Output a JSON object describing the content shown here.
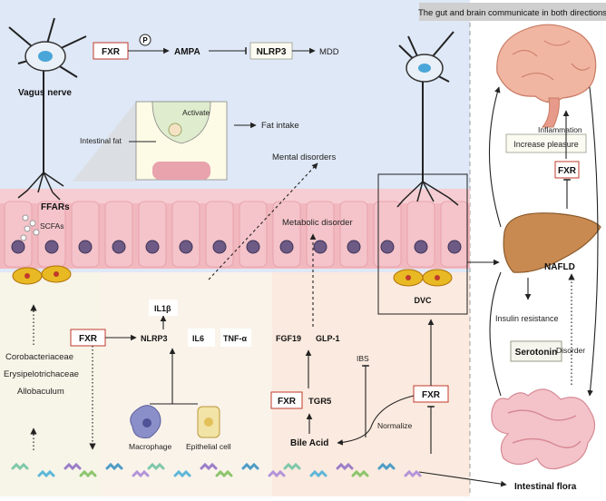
{
  "banner": "The gut and brain communicate in both directions",
  "top_chain": {
    "fxr": "FXR",
    "p": "P",
    "ampa": "AMPA",
    "nlrp3": "NLRP3",
    "mdd": "MDD"
  },
  "vagus_nerve": "Vagus nerve",
  "inset": {
    "activate": "Activate",
    "intestinal_fat": "Intestinal fat",
    "fat_intake": "Fat intake"
  },
  "ffars": "FFARs",
  "scfas": "SCFAs",
  "mental_disorders": "Mental disorders",
  "metabolic_disorder": "Metabolic disorder",
  "dvc": "DVC",
  "immune": {
    "fxr": "FXR",
    "nlrp3": "NLRP3",
    "il6": "IL6",
    "tnf": "TNF-α",
    "il1b": "IL1β",
    "macrophage": "Macrophage",
    "epithelial": "Epithelial cell"
  },
  "bacteria": [
    "Corobacteriaceae",
    "Erysipelotrichaceae",
    "Allobaculum"
  ],
  "bile": {
    "fgf19": "FGF19",
    "glp1": "GLP-1",
    "fxr": "FXR",
    "tgr5": "TGR5",
    "bile_acid": "Bile Acid",
    "ibs": "IBS",
    "fxr2": "FXR",
    "normalize": "Normalize"
  },
  "right": {
    "increase_pleasure": "Increase pleasure",
    "inflammation": "Inflammation",
    "fxr": "FXR",
    "nafld": "NAFLD",
    "insulin_resistance": "Insulin resistance",
    "serotonin": "Serotonin",
    "disorder": "Disorder"
  },
  "intestinal_flora": "Intestinal flora",
  "colors": {
    "background_top": "#dfe8f6",
    "gut_cells": "#f2b8bf",
    "box_border_red": "#c0392b",
    "brain": "#f1b6a2",
    "liver": "#c98a52",
    "intestine": "#f3c3c9"
  }
}
